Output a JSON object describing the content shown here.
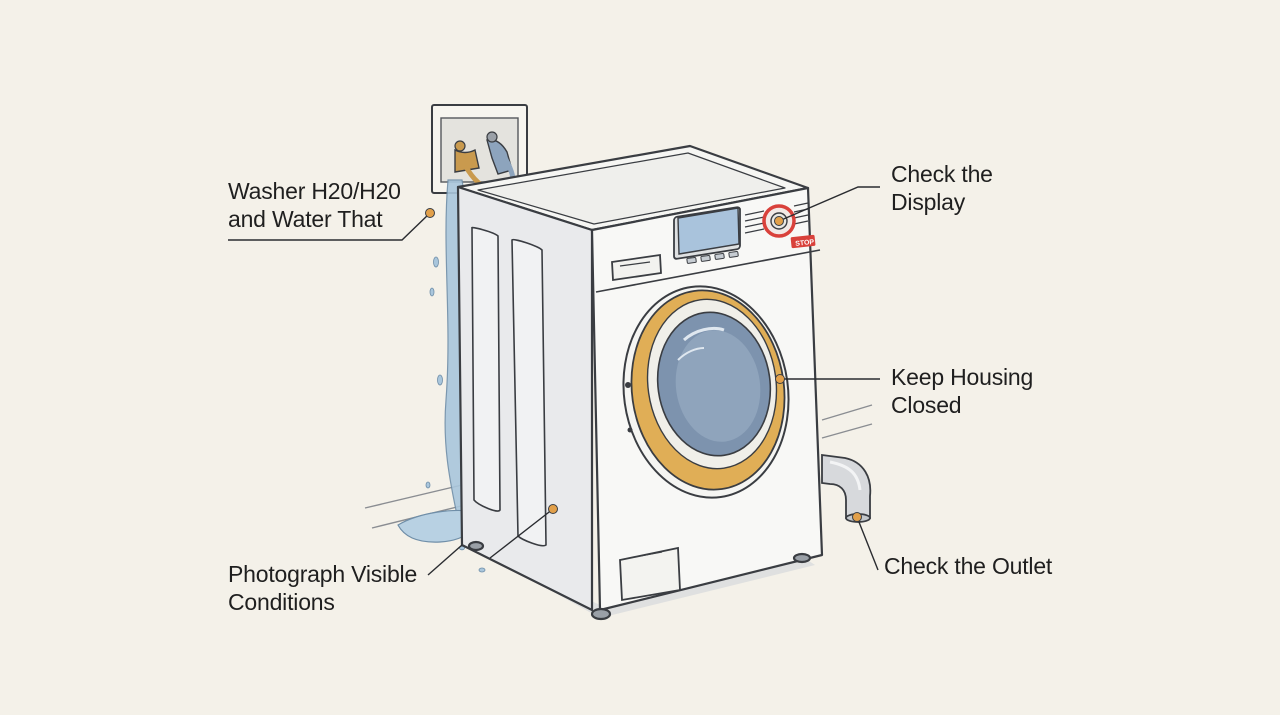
{
  "callouts": {
    "water_supply": {
      "line1": "Washer H20/H20",
      "line2": "and Water That"
    },
    "display": {
      "line1": "Check the",
      "line2": "Display"
    },
    "housing": {
      "line1": "Keep Housing",
      "line2": "Closed"
    },
    "outlet": {
      "line1": "Check the Outlet"
    },
    "photograph": {
      "line1": "Photograph Visible",
      "line2": "Conditions"
    }
  },
  "machine": {
    "stop_label": "STOP"
  },
  "colors": {
    "background": "#f4f1e9",
    "outline": "#3a3d42",
    "callout_dot": "#e2a04a",
    "door_ring": "#d9a44a",
    "glass": "#7d93ae",
    "water": "#a9c6dc",
    "stop_red": "#d9413b"
  }
}
